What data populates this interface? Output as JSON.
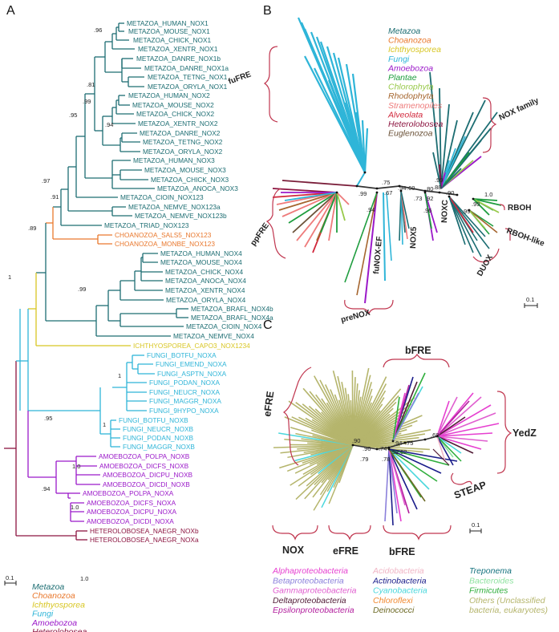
{
  "panels": {
    "a": "A",
    "b": "B",
    "c": "C"
  },
  "colors": {
    "metazoa": "#1c6d72",
    "choanozoa": "#e9782d",
    "ichthyosporea": "#d8c623",
    "fungi": "#2fb5d8",
    "amoebozoa": "#9b19c9",
    "heterolobosea": "#8c1440",
    "plantae": "#1f9d3f",
    "chlorophyta": "#98c94a",
    "rhodophyta": "#a5652e",
    "stramenopiles": "#ee7b7b",
    "alveolata": "#d1273b",
    "euglenozoa": "#6b5238",
    "alpha": "#e63fd0",
    "beta": "#8b80db",
    "gamma": "#e05fcf",
    "delta": "#521c37",
    "epsilon": "#b21f9d",
    "acido": "#f0b5c5",
    "actino": "#1a1d8a",
    "cyano": "#4ad7dc",
    "chloroflexi": "#f0882f",
    "deinococci": "#6d6a26",
    "treponema": "#14727e",
    "bacteroides": "#8fe2a0",
    "firmicutes": "#2fae3c",
    "others": "#b5b56c",
    "bg": "#ffffff"
  },
  "panel_a": {
    "leaves": [
      {
        "label": "METAZOA_HUMAN_NOX1",
        "group": "metazoa"
      },
      {
        "label": "METAZOA_MOUSE_NOX1",
        "group": "metazoa"
      },
      {
        "label": "METAZOA_CHICK_NOX1",
        "group": "metazoa"
      },
      {
        "label": "METAZOA_XENTR_NOX1",
        "group": "metazoa"
      },
      {
        "label": "METAZOA_DANRE_NOX1b",
        "group": "metazoa"
      },
      {
        "label": "METAZOA_DANRE_NOX1a",
        "group": "metazoa"
      },
      {
        "label": "METAZOA_TETNG_NOX1",
        "group": "metazoa"
      },
      {
        "label": "METAZOA_ORYLA_NOX1",
        "group": "metazoa"
      },
      {
        "label": "METAZOA_HUMAN_NOX2",
        "group": "metazoa"
      },
      {
        "label": "METAZOA_MOUSE_NOX2",
        "group": "metazoa"
      },
      {
        "label": "METAZOA_CHICK_NOX2",
        "group": "metazoa"
      },
      {
        "label": "METAZOA_XENTR_NOX2",
        "group": "metazoa"
      },
      {
        "label": "METAZOA_DANRE_NOX2",
        "group": "metazoa"
      },
      {
        "label": "METAZOA_TETNG_NOX2",
        "group": "metazoa"
      },
      {
        "label": "METAZOA_ORYLA_NOX2",
        "group": "metazoa"
      },
      {
        "label": "METAZOA_HUMAN_NOX3",
        "group": "metazoa"
      },
      {
        "label": "METAZOA_MOUSE_NOX3",
        "group": "metazoa"
      },
      {
        "label": "METAZOA_CHICK_NOX3",
        "group": "metazoa"
      },
      {
        "label": "METAZOA_ANOCA_NOX3",
        "group": "metazoa"
      },
      {
        "label": "METAZOA_CIOIN_NOX123",
        "group": "metazoa"
      },
      {
        "label": "METAZOA_NEMVE_NOX123a",
        "group": "metazoa"
      },
      {
        "label": "METAZOA_NEMVE_NOX123b",
        "group": "metazoa"
      },
      {
        "label": "METAZOA_TRIAD_NOX123",
        "group": "metazoa"
      },
      {
        "label": "CHOANOZOA_SALS5_NOX123",
        "group": "choanozoa"
      },
      {
        "label": "CHOANOZOA_MONBE_NOX123",
        "group": "choanozoa"
      },
      {
        "label": "METAZOA_HUMAN_NOX4",
        "group": "metazoa"
      },
      {
        "label": "METAZOA_MOUSE_NOX4",
        "group": "metazoa"
      },
      {
        "label": "METAZOA_CHICK_NOX4",
        "group": "metazoa"
      },
      {
        "label": "METAZOA_ANOCA_NOX4",
        "group": "metazoa"
      },
      {
        "label": "METAZOA_XENTR_NOX4",
        "group": "metazoa"
      },
      {
        "label": "METAZOA_ORYLA_NOX4",
        "group": "metazoa"
      },
      {
        "label": "METAZOA_BRAFL_NOX4b",
        "group": "metazoa"
      },
      {
        "label": "METAZOA_BRAFL_NOX4a",
        "group": "metazoa"
      },
      {
        "label": "METAZOA_CIOIN_NOX4",
        "group": "metazoa"
      },
      {
        "label": "METAZOA_NEMVE_NOX4",
        "group": "metazoa"
      },
      {
        "label": "ICHTHYOSPOREA_CAPO3_NOX1234",
        "group": "ichthyosporea"
      },
      {
        "label": "FUNGI_BOTFU_NOXA",
        "group": "fungi"
      },
      {
        "label": "FUNGI_EMEND_NOXA",
        "group": "fungi"
      },
      {
        "label": "FUNGI_ASPTN_NOXA",
        "group": "fungi"
      },
      {
        "label": "FUNGI_PODAN_NOXA",
        "group": "fungi"
      },
      {
        "label": "FUNGI_NEUCR_NOXA",
        "group": "fungi"
      },
      {
        "label": "FUNGI_MAGGR_NOXA",
        "group": "fungi"
      },
      {
        "label": "FUNGI_9HYPO_NOXA",
        "group": "fungi"
      },
      {
        "label": "FUNGI_BOTFU_NOXB",
        "group": "fungi"
      },
      {
        "label": "FUNGI_NEUCR_NOXB",
        "group": "fungi"
      },
      {
        "label": "FUNGI_PODAN_NOXB",
        "group": "fungi"
      },
      {
        "label": "FUNGI_MAGGR_NOXB",
        "group": "fungi"
      },
      {
        "label": "AMOEBOZOA_POLPA_NOXB",
        "group": "amoebozoa"
      },
      {
        "label": "AMOEBOZOA_DICFS_NOXB",
        "group": "amoebozoa"
      },
      {
        "label": "AMOEBOZOA_DICPU_NOXB",
        "group": "amoebozoa"
      },
      {
        "label": "AMOEBOZOA_DICDI_NOXB",
        "group": "amoebozoa"
      },
      {
        "label": "AMOEBOZOA_POLPA_NOXA",
        "group": "amoebozoa"
      },
      {
        "label": "AMOEBOZOA_DICFS_NOXA",
        "group": "amoebozoa"
      },
      {
        "label": "AMOEBOZOA_DICPU_NOXA",
        "group": "amoebozoa"
      },
      {
        "label": "AMOEBOZOA_DICDI_NOXA",
        "group": "amoebozoa"
      },
      {
        "label": "HETEROLOBOSEA_NAEGR_NOXb",
        "group": "heterolobosea"
      },
      {
        "label": "HETEROLOBOSEA_NAEGR_NOXa",
        "group": "heterolobosea"
      }
    ],
    "bootstrap": [
      ".96",
      ".81",
      ".99",
      ".94",
      ".95",
      ".91",
      ".97",
      ".89",
      "1",
      ".99",
      "1",
      "1",
      ".95",
      "1.0",
      "1.0",
      ".94",
      "1.0"
    ],
    "scale": "0.1",
    "legend": [
      {
        "label": "Metazoa",
        "group": "metazoa"
      },
      {
        "label": "Choanozoa",
        "group": "choanozoa"
      },
      {
        "label": "Ichthyosporea",
        "group": "ichthyosporea"
      },
      {
        "label": "Fungi",
        "group": "fungi"
      },
      {
        "label": "Amoebozoa",
        "group": "amoebozoa"
      },
      {
        "label": "Heterolobosea",
        "group": "heterolobosea"
      }
    ]
  },
  "panel_b": {
    "legend": [
      {
        "label": "Metazoa",
        "group": "metazoa"
      },
      {
        "label": "Choanozoa",
        "group": "choanozoa"
      },
      {
        "label": "Ichthyosporea",
        "group": "ichthyosporea"
      },
      {
        "label": "Fungi",
        "group": "fungi"
      },
      {
        "label": "Amoebozoa",
        "group": "amoebozoa"
      },
      {
        "label": "Plantae",
        "group": "plantae"
      },
      {
        "label": "Chlorophyta",
        "group": "chlorophyta"
      },
      {
        "label": "Rhodophyta",
        "group": "rhodophyta"
      },
      {
        "label": "Stramenopiles",
        "group": "stramenopiles"
      },
      {
        "label": "Alveolata",
        "group": "alveolata"
      },
      {
        "label": "Heterolobosea",
        "group": "heterolobosea"
      },
      {
        "label": "Euglenozoa",
        "group": "euglenozoa"
      }
    ],
    "clades": [
      "fuFRE",
      "NOX family",
      "ppFRE",
      "RBOH",
      "RBOH-like",
      "DUOX",
      "NOXC",
      "NOX5",
      "fuNOX-EF",
      "preNOX"
    ],
    "bootstrap": [
      ".99",
      ".75",
      ".67",
      ".94",
      ".94",
      ".60",
      ".73",
      ".96",
      ".92",
      ".80",
      ".88",
      ".99",
      ".90",
      "1.0",
      ".99",
      ".99"
    ],
    "scale": "0.1"
  },
  "panel_c": {
    "clades": [
      "eFRE",
      "bFRE",
      "YedZ",
      "NOX",
      "eFRE",
      "bFRE",
      "STEAP"
    ],
    "bootstrap": [
      ".90",
      ".96",
      ".79",
      ".74",
      ".78",
      ".94",
      ".75",
      ".62",
      ".52",
      ".68"
    ],
    "scale": "0.1",
    "legend": [
      {
        "label": "Alphaproteobacteria",
        "group": "alpha"
      },
      {
        "label": "Acidobacteria",
        "group": "acido"
      },
      {
        "label": "Treponema",
        "group": "treponema"
      },
      {
        "label": "Betaproteobacteria",
        "group": "beta"
      },
      {
        "label": "Actinobacteria",
        "group": "actino"
      },
      {
        "label": "Bacteroides",
        "group": "bacteroides"
      },
      {
        "label": "Gammaproteobacteria",
        "group": "gamma"
      },
      {
        "label": "Cyanobacteria",
        "group": "cyano"
      },
      {
        "label": "Firmicutes",
        "group": "firmicutes"
      },
      {
        "label": "Deltaproteobacteria",
        "group": "delta"
      },
      {
        "label": "Chloroflexi",
        "group": "chloroflexi"
      },
      {
        "label": "Others (Unclassified",
        "group": "others"
      },
      {
        "label": "Epsilonproteobacteria",
        "group": "epsilon"
      },
      {
        "label": "Deinococci",
        "group": "deinococci"
      },
      {
        "label": "bacteria, eukaryotes)",
        "group": "others"
      }
    ]
  }
}
